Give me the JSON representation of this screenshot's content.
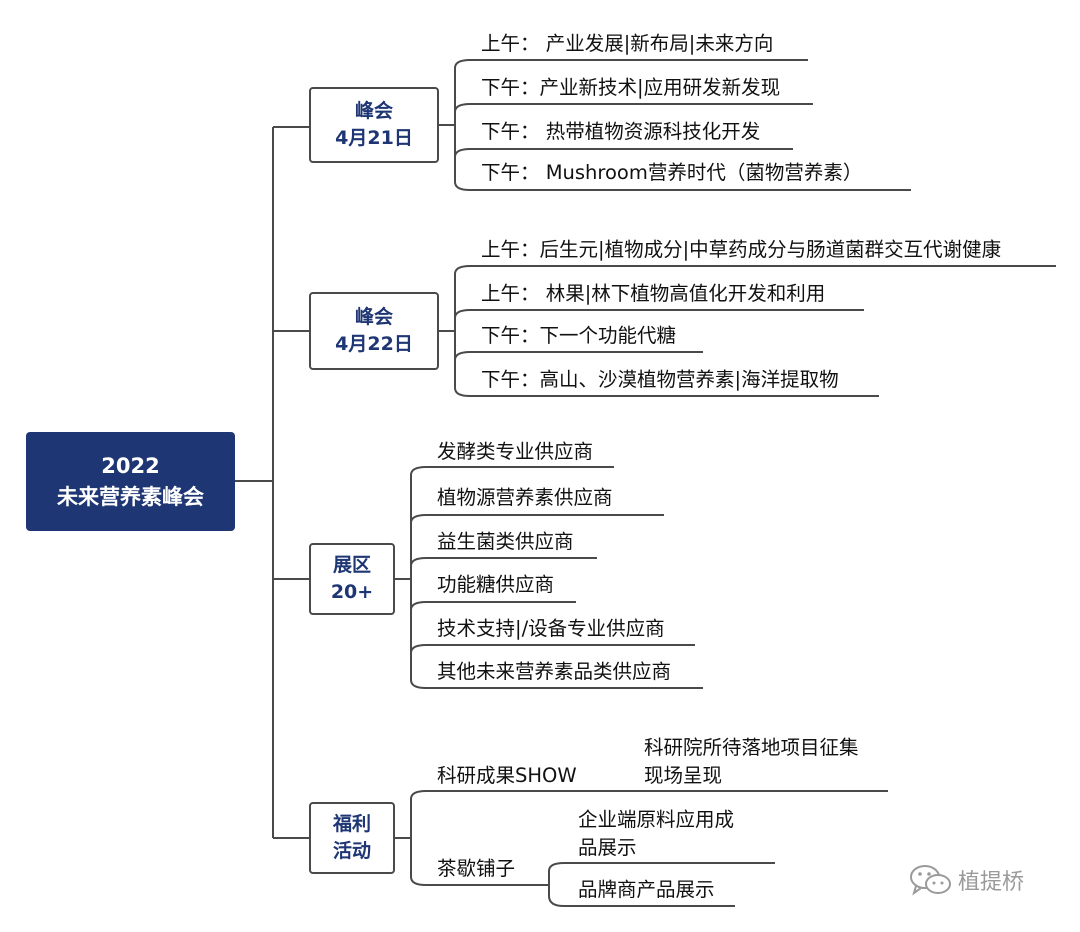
{
  "root": {
    "line1": "2022",
    "line2": "未来营养素峰会"
  },
  "branches": {
    "apr21": {
      "line1": "峰会",
      "line2": "4月21日"
    },
    "apr22": {
      "line1": "峰会",
      "line2": "4月22日"
    },
    "expo": {
      "line1": "展区",
      "line2": "20+"
    },
    "perks": {
      "line1": "福利",
      "line2": "活动"
    }
  },
  "apr21_items": [
    "上午：  产业发展|新布局|未来方向",
    "下午：产业新技术|应用研发新发现",
    "下午：  热带植物资源科技化开发",
    "下午：  Mushroom营养时代（菌物营养素）"
  ],
  "apr22_items": [
    "上午：后生元|植物成分|中草药成分与肠道菌群交互代谢健康",
    "上午：  林果|林下植物高值化开发和利用",
    "下午：下一个功能代糖",
    "下午：高山、沙漠植物营养素|海洋提取物"
  ],
  "expo_items": [
    "发酵类专业供应商",
    "植物源营养素供应商",
    "益生菌类供应商",
    "功能糖供应商",
    "技术支持|/设备专业供应商",
    "其他未来营养素品类供应商"
  ],
  "perks": {
    "research": {
      "label": "科研成果SHOW",
      "detail_line1": "科研院所待落地项目征集",
      "detail_line2": "现场呈现"
    },
    "tea": {
      "label": "茶歇铺子",
      "child1_line1": "企业端原料应用成",
      "child1_line2": "品展示",
      "child2": "品牌商产品展示"
    }
  },
  "watermark": {
    "icon": "wechat-icon",
    "text": "植提桥"
  },
  "colors": {
    "root_bg": "#1f3674",
    "branch_text": "#1f3674",
    "line": "#4a4a4a"
  }
}
